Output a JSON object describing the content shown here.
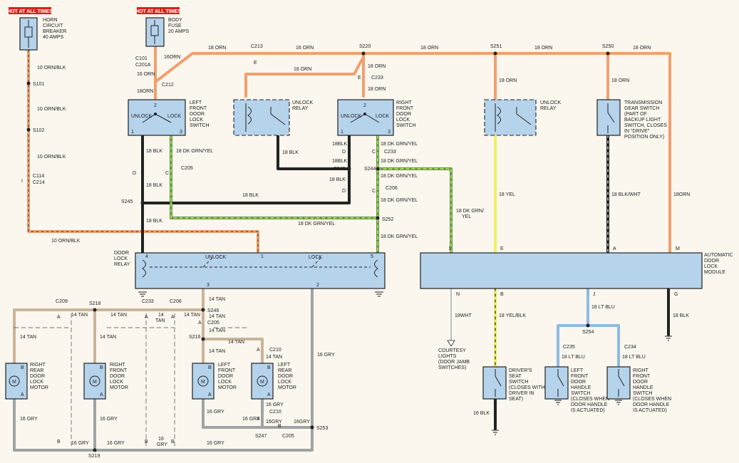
{
  "colors": {
    "orn": "#f0a070",
    "orn_blk": "#f0a070",
    "blk": "#222222",
    "grn_yel": "#5a9a4a",
    "yel": "#f0ee66",
    "tan": "#c9b49a",
    "gry": "#9fa3a3",
    "lt_blu": "#8ebbe3",
    "component": "#b6d3ec",
    "hot_banner": "#d8231e"
  },
  "banners": [
    "HOT AT ALL TIMES",
    "HOT AT ALL TIMES"
  ],
  "components": {
    "horn_breaker": [
      "HORN",
      "CIRCUIT",
      "BREAKER",
      "40 AMPS"
    ],
    "body_fuse": [
      "BODY",
      "FUSE",
      "20 AMPS"
    ],
    "left_lock_switch": {
      "label": [
        "LEFT",
        "FRONT",
        "DOOR",
        "LOCK",
        "SWITCH"
      ],
      "unlock": "UNLOCK",
      "lock": "LOCK",
      "pins": [
        "2",
        "1",
        "3"
      ]
    },
    "unlock_relay_1": [
      "UNLOCK",
      "RELAY"
    ],
    "right_lock_switch": {
      "label": [
        "RIGHT",
        "FRONT",
        "DOOR",
        "LOCK",
        "SWITCH"
      ],
      "unlock": "UNLOCK",
      "lock": "LOCK",
      "pins": [
        "2",
        "1",
        "3"
      ]
    },
    "unlock_relay_2": [
      "UNLOCK",
      "RELAY"
    ],
    "trans_switch": [
      "TRANSMISSION",
      "GEAR SWITCH",
      "(PART OF",
      "BACKUP LIGHT",
      "SWITCH, CLOSES",
      "IN \"DRIVE\"",
      "POSITION ONLY)"
    ],
    "door_lock_relay": {
      "label": [
        "DOOR",
        "LOCK",
        "RELAY"
      ],
      "unlock": "UNLOCK",
      "lock": "LOCK",
      "pins": [
        "4",
        "1",
        "5",
        "3",
        "2"
      ]
    },
    "auto_module": {
      "label": [
        "AUTOMATIC",
        "DOOR",
        "LOCK",
        "MODULE"
      ],
      "pins_top": [
        "L",
        "E",
        "A",
        "M"
      ],
      "pins_bottom": [
        "N",
        "B",
        "J",
        "G"
      ]
    },
    "motors": [
      {
        "label": [
          "RIGHT",
          "REAR",
          "DOOR",
          "LOCK",
          "MOTOR"
        ],
        "a": "A",
        "b": "B",
        "m": "M"
      },
      {
        "label": [
          "RIGHT",
          "FRONT",
          "DOOR",
          "LOCK",
          "MOTOR"
        ],
        "a": "A",
        "b": "B",
        "m": "M"
      },
      {
        "label": [
          "LEFT",
          "FRONT",
          "DOOR",
          "LOCK",
          "MOTOR"
        ],
        "a": "A",
        "b": "B",
        "m": "M"
      },
      {
        "label": [
          "LEFT",
          "REAR",
          "DOOR",
          "LOCK",
          "MOTOR"
        ],
        "a": "A",
        "b": "B",
        "m": "M"
      }
    ],
    "courtesy": [
      "COURTESY",
      "LIGHTS",
      "(DOOR JAMB",
      "SWITCHES)"
    ],
    "drivers_seat": [
      "DRIVER'S",
      "SEAT",
      "SWITCH",
      "(CLOSES WITH",
      "DRIVER IN",
      "SEAT)"
    ],
    "left_handle": [
      "LEFT",
      "FRONT",
      "DOOR",
      "HANDLE",
      "SWITCH",
      "(CLOSES WHEN",
      "DOOR HANDLE",
      "IS ACTUATED)"
    ],
    "right_handle": [
      "RIGHT",
      "FRONT",
      "DOOR",
      "HANDLE",
      "SWITCH",
      "(CLOSES WHEN",
      "DOOR HANDLE",
      "IS ACTUATED)"
    ]
  },
  "wire_labels": {
    "orn_blk_10": "10 ORN/BLK",
    "orn_16": "16 ORN",
    "orn_18": "18 ORN",
    "orn_18b": "18ORN",
    "orn_16b": "16ORN",
    "blk_18": "18 BLK",
    "blk_18b": "18BLK",
    "dk_grn_yel_18": "18 DK GRN/YEL",
    "dk_grn_yel_a": "18 DK GRN/",
    "dk_grn_yel_b": "YEL",
    "yel_18": "18 YEL",
    "blk_wht_18": "18 BLK/WHT",
    "tan_14": "14 TAN",
    "tan_14a": "14",
    "tan_14b": "TAN",
    "gry_16": "16 GRY",
    "gry_16b": "16GRY",
    "gry_16a": "16",
    "gry_16c": "GRY",
    "wht_18": "18WHT",
    "yel_blk_18": "18 YEL/BLK",
    "lt_blu_18": "18 LT BLU",
    "blk_16": "16 BLK"
  },
  "splices": {
    "s101": "S101",
    "s102": "S102",
    "s220": "S220",
    "s251": "S251",
    "s250": "S250",
    "s243": "S243",
    "s244": "S244",
    "s245": "S245",
    "s252": "S252",
    "s246": "S246",
    "s218": "S218",
    "s216": "S216",
    "s247": "S247",
    "s253": "S253",
    "s219": "S219",
    "s254": "S254"
  },
  "connectors": {
    "c101": "C101",
    "c201a": "C201A",
    "c212": "C212",
    "c213": "C213",
    "c233": "C233",
    "c205": "C205",
    "c206": "C206",
    "c114": "C114",
    "c214": "C214",
    "c209": "C209",
    "c210": "C210",
    "c235": "C235",
    "c234": "C234"
  },
  "pin_letters": {
    "a": "A",
    "b": "B",
    "c": "C",
    "d": "D",
    "e": "E",
    "i": "I"
  }
}
